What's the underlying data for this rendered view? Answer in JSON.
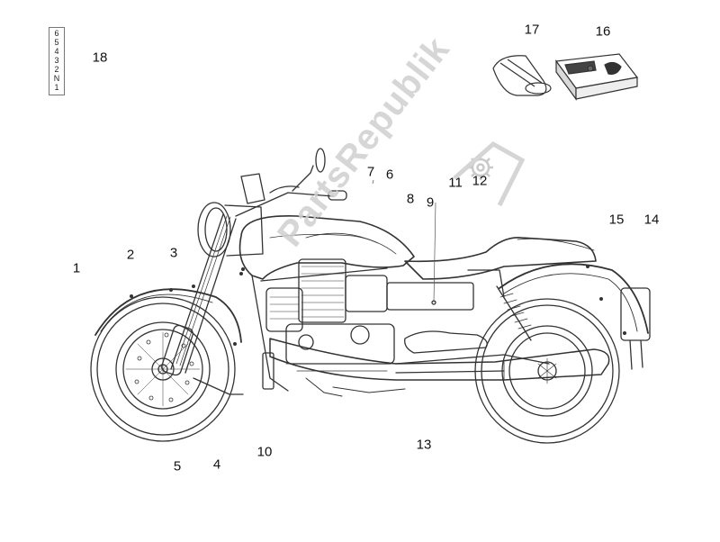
{
  "gear_indicator": [
    "6",
    "5",
    "4",
    "3",
    "2",
    "N",
    "1"
  ],
  "callouts": {
    "c1": "1",
    "c2": "2",
    "c3": "3",
    "c4": "4",
    "c5": "5",
    "c6": "6",
    "c7": "7",
    "c8": "8",
    "c9": "9",
    "c10": "10",
    "c11": "11",
    "c12": "12",
    "c13": "13",
    "c14": "14",
    "c15": "15",
    "c16": "16",
    "c17": "17",
    "c18": "18"
  },
  "watermark_text": "PartsRepublik",
  "colors": {
    "line": "#333333",
    "watermark": "#cfcfcf",
    "background": "#ffffff"
  },
  "icons": [
    "gear-icon",
    "manual-booklet-icon",
    "rolled-pouch-icon"
  ]
}
